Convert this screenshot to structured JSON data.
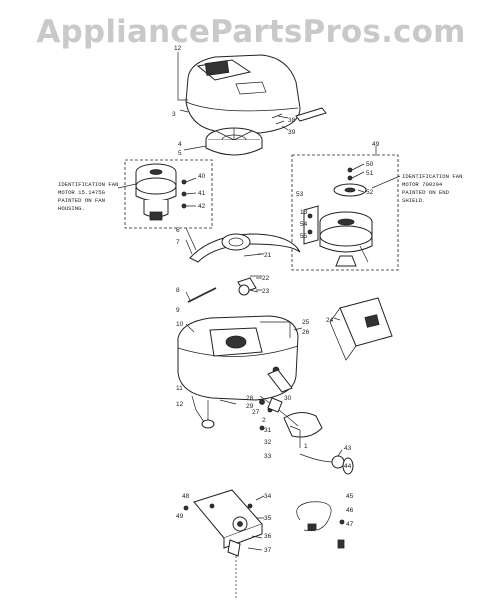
{
  "watermark": "AppliancePartsPros.com",
  "callouts": {
    "n1": "1",
    "n2": "2",
    "n3": "3",
    "n4": "4",
    "n5": "5",
    "n6": "6",
    "n7": "7",
    "n8": "8",
    "n9": "9",
    "n10": "10",
    "n11": "11",
    "n12": "12",
    "n13": "13",
    "n21": "21",
    "n22": "22",
    "n23": "23",
    "n24": "24",
    "n25": "25",
    "n26": "26",
    "n27": "27",
    "n28": "28",
    "n29": "29",
    "n30": "30",
    "n31": "31",
    "n32": "32",
    "n33": "33",
    "n34": "34",
    "n35": "35",
    "n36": "36",
    "n37": "37",
    "n38": "38",
    "n39": "39",
    "n40": "40",
    "n41": "41",
    "n42": "42",
    "n43": "43",
    "n44": "44",
    "n45": "45",
    "n46": "46",
    "n47": "47",
    "n48": "48",
    "n49": "49",
    "n50": "50",
    "n51": "51",
    "n52": "52",
    "n53": "53",
    "n54": "54",
    "n55": "55"
  },
  "notes": {
    "left": [
      "IDENTIFICATION FAN",
      "MOTOR 15.1475G",
      "PAINTED ON FAN",
      "HOUSING."
    ],
    "right": [
      "IDENTIFICATION FAN",
      "MOTOR 700294",
      "PAINTED ON END",
      "SHIELD."
    ]
  }
}
